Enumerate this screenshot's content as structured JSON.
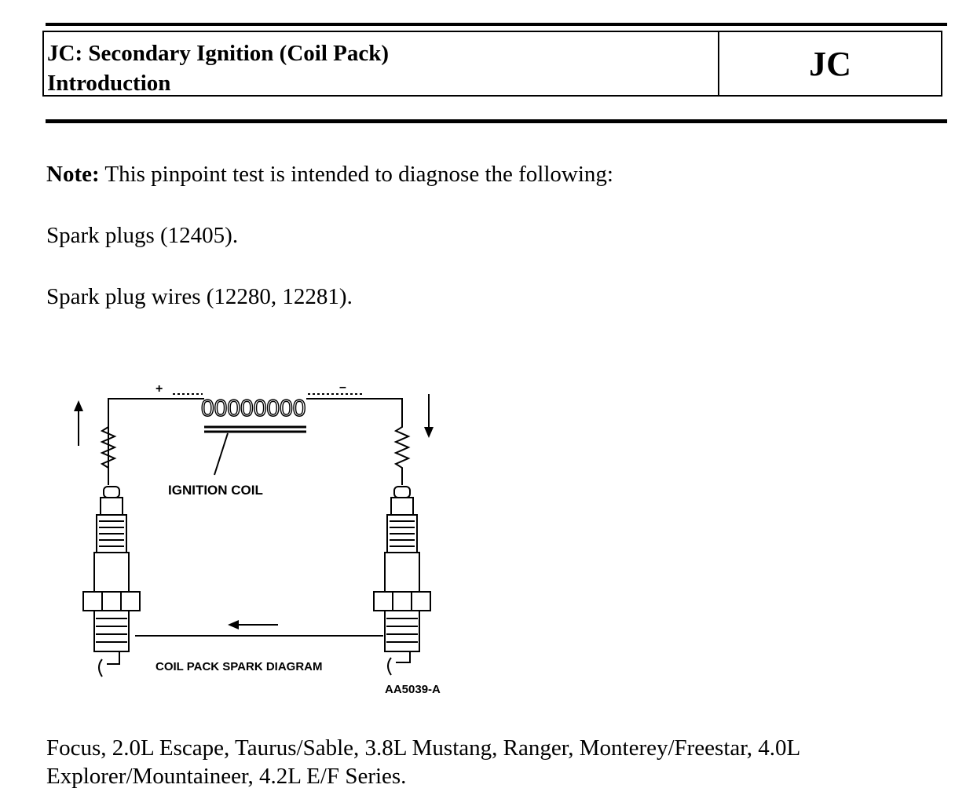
{
  "header": {
    "title_line1": "JC: Secondary Ignition (Coil Pack)",
    "title_line2": "Introduction",
    "code": "JC"
  },
  "note": {
    "label": "Note:",
    "text": " This pinpoint test is intended to diagnose the following:"
  },
  "items": [
    "Spark plugs (12405).",
    "Spark plug wires (12280, 12281)."
  ],
  "diagram": {
    "plus_sign": "+",
    "minus_sign": "–",
    "coil_windings": "00000000",
    "coil_label": "IGNITION COIL",
    "caption": "COIL PACK SPARK DIAGRAM",
    "figure_id": "AA5039-A"
  },
  "applicability": "Focus, 2.0L Escape, Taurus/Sable, 3.8L Mustang, Ranger, Monterey/Freestar, 4.0L Explorer/Mountaineer, 4.2L E/F Series."
}
